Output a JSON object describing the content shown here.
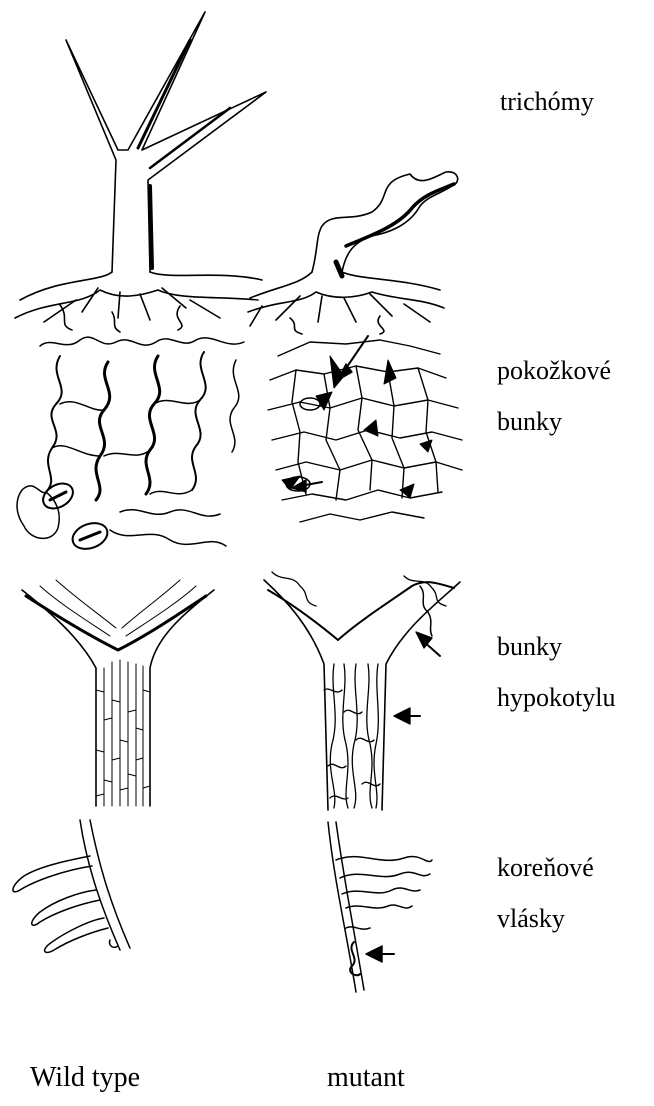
{
  "rows": [
    {
      "label_lines": [
        "trichómy"
      ]
    },
    {
      "label_lines": [
        "pokožkové",
        "bunky"
      ]
    },
    {
      "label_lines": [
        "bunky",
        "hypokotylu"
      ]
    },
    {
      "label_lines": [
        "koreňové",
        "vlásky"
      ]
    }
  ],
  "columns": [
    "Wild type",
    "mutant"
  ]
}
